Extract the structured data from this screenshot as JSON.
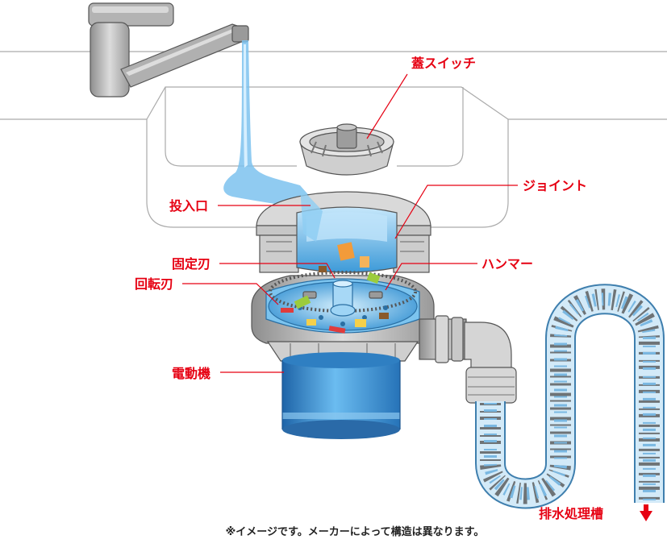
{
  "labels": {
    "lid_switch": "蓋スイッチ",
    "joint": "ジョイント",
    "inlet": "投入口",
    "fixed_blade": "固定刃",
    "hammer": "ハンマー",
    "rotating_blade": "回転刃",
    "motor": "電動機",
    "drain_tank": "排水処理槽"
  },
  "footnote": "※イメージです。メーカーによって構造は異なります。",
  "colors": {
    "label": "#e60012",
    "water": "#4aa3df",
    "metal": "#a8a8a8",
    "motor": "#2f7fc2"
  },
  "icons": {
    "drain_arrow": "down-arrow-icon"
  }
}
